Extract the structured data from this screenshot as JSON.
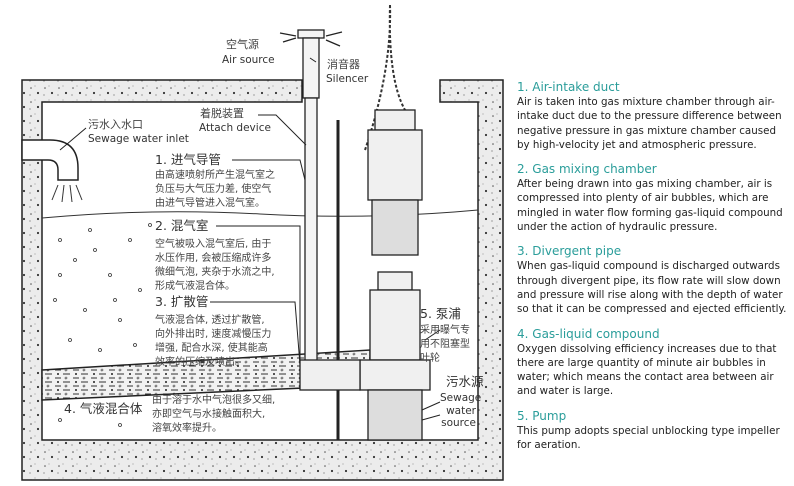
{
  "diagram_labels": {
    "air_source_cn": "空气源",
    "air_source_en": "Air source",
    "silencer_cn": "消音器",
    "silencer_en": "Silencer",
    "attach_cn": "着脱装置",
    "attach_en": "Attach device",
    "inlet_cn": "污水入水口",
    "inlet_en": "Sewage water inlet",
    "p1_title": "1. 进气导管",
    "p1_desc": [
      "由高速喷射所产生混气室之",
      "负压与大气压力差, 使空气",
      "由进气导管进入混气室。"
    ],
    "p2_title": "2. 混气室",
    "p2_desc": [
      "空气被吸入混气室后, 由于",
      "水压作用, 会被压缩成许多",
      "微细气泡, 夹杂于水流之中,",
      "形成气液混合体。"
    ],
    "p3_title": "3. 扩散管",
    "p3_desc": [
      "气液混合体, 透过扩散管,",
      "向外排出时, 速度减慢压力",
      "增强, 配合水深, 使其能高",
      "效率的压缩及喷出。"
    ],
    "p4_title": "4. 气液混合体",
    "p4_desc": [
      "由于溶于水中气泡很多又细,",
      "亦即空气与水接触面积大,",
      "溶氧效率提升。"
    ],
    "p5_title": "5. 泵浦",
    "p5_desc": [
      "采用曝气专",
      "用不阻塞型",
      "叶轮"
    ],
    "source_cn": "污水源",
    "source_en": [
      "Sewage",
      "water",
      "source"
    ]
  },
  "colors": {
    "heading": "#2a9d9a",
    "concrete": "#e8e8e8",
    "line": "#222222"
  },
  "sections": [
    {
      "title": "1. Air-intake duct",
      "body": "Air is taken into gas mixture chamber through air-intake duct due to the pressure difference between negative pressure in gas mixture chamber caused by high-velocity jet and atmospheric pressure."
    },
    {
      "title": "2. Gas mixing chamber",
      "body": "After being drawn into gas mixing chamber, air is compressed into plenty of air bubbles, which are mingled in water flow forming gas-liquid compound under the action of hydraulic pressure."
    },
    {
      "title": "3. Divergent pipe",
      "body": "When gas-liquid compound is discharged outwards through divergent pipe, its flow rate will slow down and pressure will rise along with the depth of water so that it can be compressed and ejected efficiently."
    },
    {
      "title": "4. Gas-liquid compound",
      "body": "Oxygen dissolving efficiency increases due to that there are large quantity of minute air bubbles in water; which means the contact area between air and water is large."
    },
    {
      "title": "5. Pump",
      "body": "This pump adopts special unblocking type impeller for aeration."
    }
  ]
}
